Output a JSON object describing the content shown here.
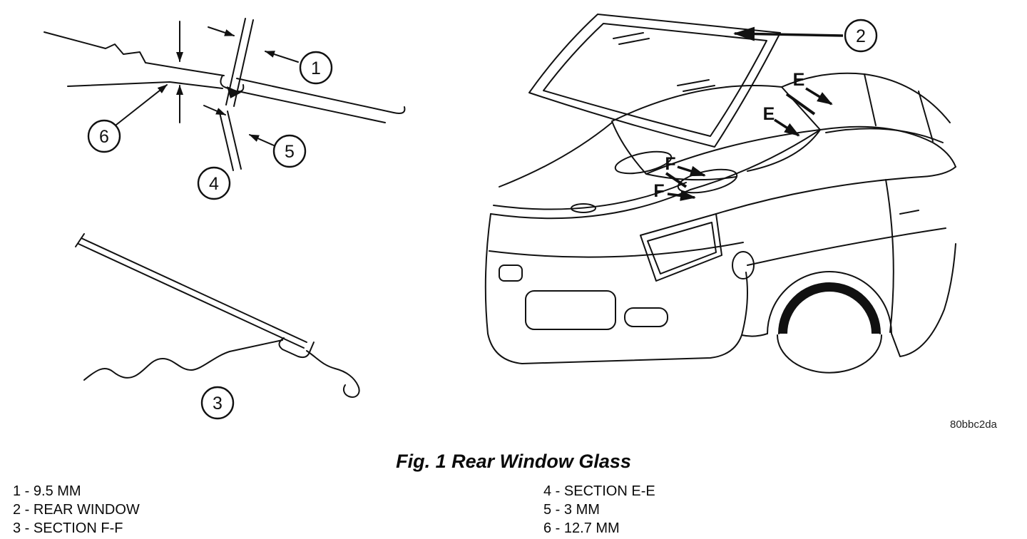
{
  "figure": {
    "caption": "Fig. 1 Rear Window Glass",
    "image_code": "80bbc2da"
  },
  "callouts": {
    "c1": "1",
    "c2": "2",
    "c3": "3",
    "c4": "4",
    "c5": "5",
    "c6": "6"
  },
  "section_labels": {
    "e_upper": "E",
    "e_lower": "E",
    "f_upper": "F",
    "f_lower": "F"
  },
  "legend": {
    "left": [
      "1 - 9.5 MM",
      "2 - REAR WINDOW",
      "3 - SECTION F-F"
    ],
    "right": [
      "4 - SECTION E-E",
      "5 - 3 MM",
      "6 - 12.7 MM"
    ]
  },
  "colors": {
    "line": "#111111",
    "background": "#ffffff"
  }
}
